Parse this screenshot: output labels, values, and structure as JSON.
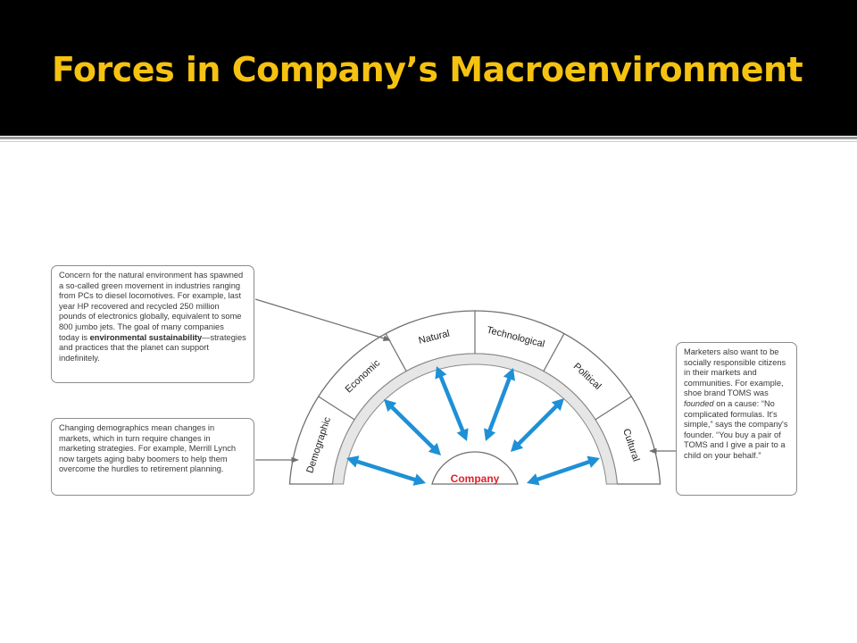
{
  "slide": {
    "title": "Forces in Company’s Macroenvironment"
  },
  "diagram": {
    "center_label": "Company",
    "forces": [
      {
        "label": "Demographic"
      },
      {
        "label": "Economic"
      },
      {
        "label": "Natural"
      },
      {
        "label": "Technological"
      },
      {
        "label": "Political"
      },
      {
        "label": "Cultural"
      }
    ],
    "colors": {
      "arrow": "#1e90d6",
      "center_label": "#e2202a",
      "outline": "#6f6f6f",
      "band_fill": "#ffffff",
      "inner_band_fill": "#e6e6e6",
      "title": "#f5c211",
      "title_bar": "#000000"
    },
    "callouts": {
      "natural": {
        "text_1": "Concern for the natural environment has spawned a so-called green movement in industries ranging from PCs to diesel locomotives. For example, last year HP recovered and recycled 250 million pounds of electronics globally, equivalent to some 800 jumbo jets. The goal of many companies today is ",
        "bold": "environmental sustainability",
        "text_2": "—strategies and practices that the planet can support indefinitely."
      },
      "demographic": {
        "text": "Changing demographics mean changes in markets, which in turn require changes in marketing strategies. For example, Merrill Lynch now targets aging baby boomers to help them overcome the hurdles to retirement planning."
      },
      "cultural": {
        "text_1": "Marketers also want to be socially responsible citizens in their markets and communities. For example, shoe brand TOMS was ",
        "italic": "founded",
        "text_2": " on a cause: “No complicated formulas.  It's simple,” says the company's founder. “You buy a pair of TOMS and I give a pair to a child on your behalf.”"
      }
    }
  }
}
